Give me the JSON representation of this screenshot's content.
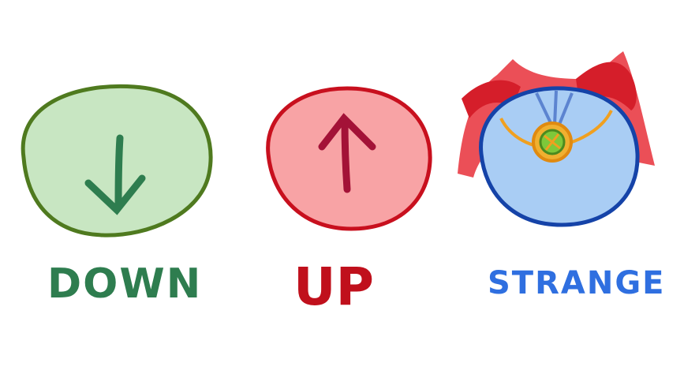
{
  "items": [
    {
      "label": "Down",
      "color": "#2e7d4f",
      "circle_fill": "#c8e6c2",
      "circle_stroke": "#4f7a1f",
      "icon": "arrow-down-icon"
    },
    {
      "label": "Up",
      "color": "#c0101c",
      "circle_fill": "#f8a3a5",
      "circle_stroke": "#c8101e",
      "icon": "arrow-up-icon"
    },
    {
      "label": "Strange",
      "color": "#2f6fe0",
      "circle_fill": "#a9cdf4",
      "circle_stroke": "#1543a8",
      "icon": "cape-amulet-icon"
    }
  ]
}
